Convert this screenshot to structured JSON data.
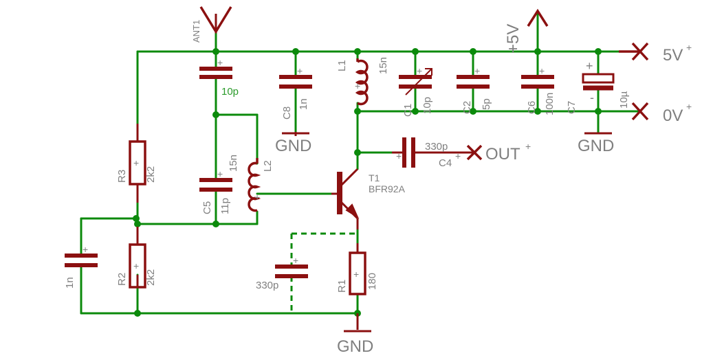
{
  "colors": {
    "wire": "#0b8a0b",
    "component": "#8b1010",
    "junction": "#0b8a0b",
    "text": "#7f7f7f"
  },
  "labels": {
    "ant1": "ANT1",
    "c_ant_value": "10p",
    "c8": "C8",
    "c8_value": "1n",
    "l1": "L1",
    "l1_value": "15n",
    "c1": "C1",
    "c1_value": "10p",
    "c2": "C2",
    "c2_value": "5p",
    "c6": "C6",
    "c6_value": "100n",
    "c7": "C7",
    "c7_value": "10µ",
    "c7_plus": "+",
    "c7_minus": "-",
    "supply_5v": "+5V",
    "port_5v": "5V",
    "port_0v": "0V",
    "port_out": "OUT",
    "c4": "C4",
    "c4_value": "330p",
    "t1": "T1",
    "t1_type": "BFR92A",
    "l2": "L2",
    "l2_value": "15n",
    "c5": "C5",
    "c5_value": "11p",
    "r3": "R3",
    "r3_value": "2k2",
    "r2": "R2",
    "r2_value": "2k2",
    "r1": "R1",
    "r1_value": "180",
    "c_base_value": "1n",
    "c_emitter_value": "330p",
    "gnd": "GND",
    "plus_mark": "+"
  }
}
